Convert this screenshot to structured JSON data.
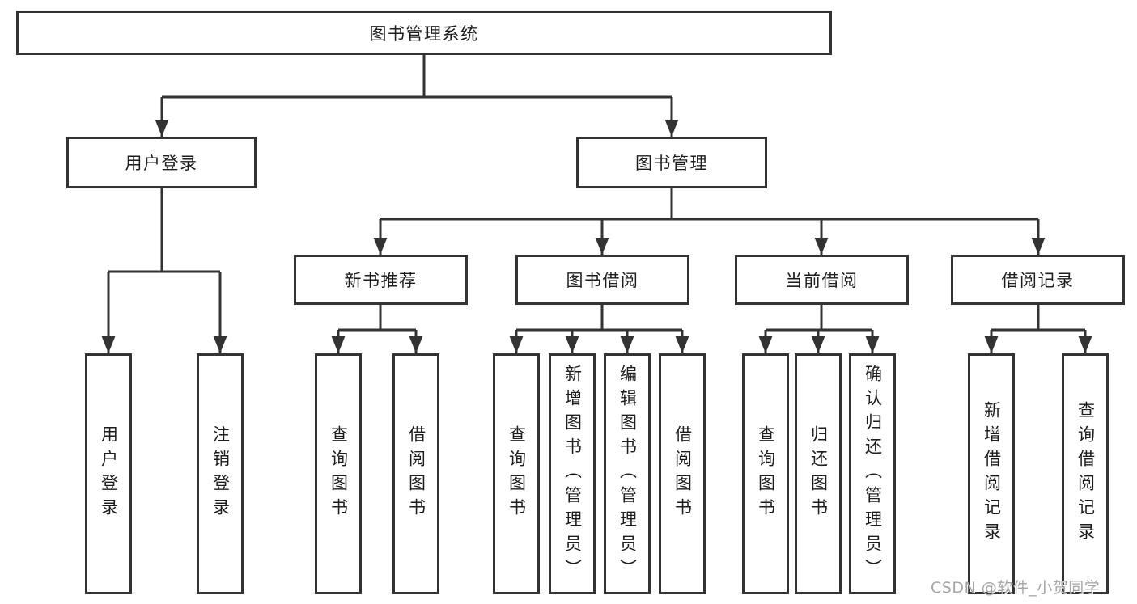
{
  "page": {
    "background": "#ffffff"
  },
  "colors": {
    "line": "#333333",
    "box_border": "#333333",
    "box_fill": "#ffffff",
    "text": "#1d1d1d",
    "watermark_text": "#a6a6a6"
  },
  "tree": {
    "root": {
      "label": "图书管理系统"
    },
    "branches": [
      {
        "label": "用户登录",
        "children": [
          {
            "label": "用户登录"
          },
          {
            "label": "注销登录"
          }
        ]
      },
      {
        "label": "图书管理",
        "groups": [
          {
            "label": "新书推荐",
            "children": [
              {
                "label": "查询图书"
              },
              {
                "label": "借阅图书"
              }
            ]
          },
          {
            "label": "图书借阅",
            "children": [
              {
                "label": "查询图书"
              },
              {
                "label": "新增图书（管理员）"
              },
              {
                "label": "编辑图书（管理员）"
              },
              {
                "label": "借阅图书"
              }
            ]
          },
          {
            "label": "当前借阅",
            "children": [
              {
                "label": "查询图书"
              },
              {
                "label": "归还图书"
              },
              {
                "label": "确认归还（管理员）"
              }
            ]
          },
          {
            "label": "借阅记录",
            "children": [
              {
                "label": "新增借阅记录"
              },
              {
                "label": "查询借阅记录"
              }
            ]
          }
        ]
      }
    ]
  },
  "watermark": {
    "text": "CSDN @软件_小贺同学"
  }
}
